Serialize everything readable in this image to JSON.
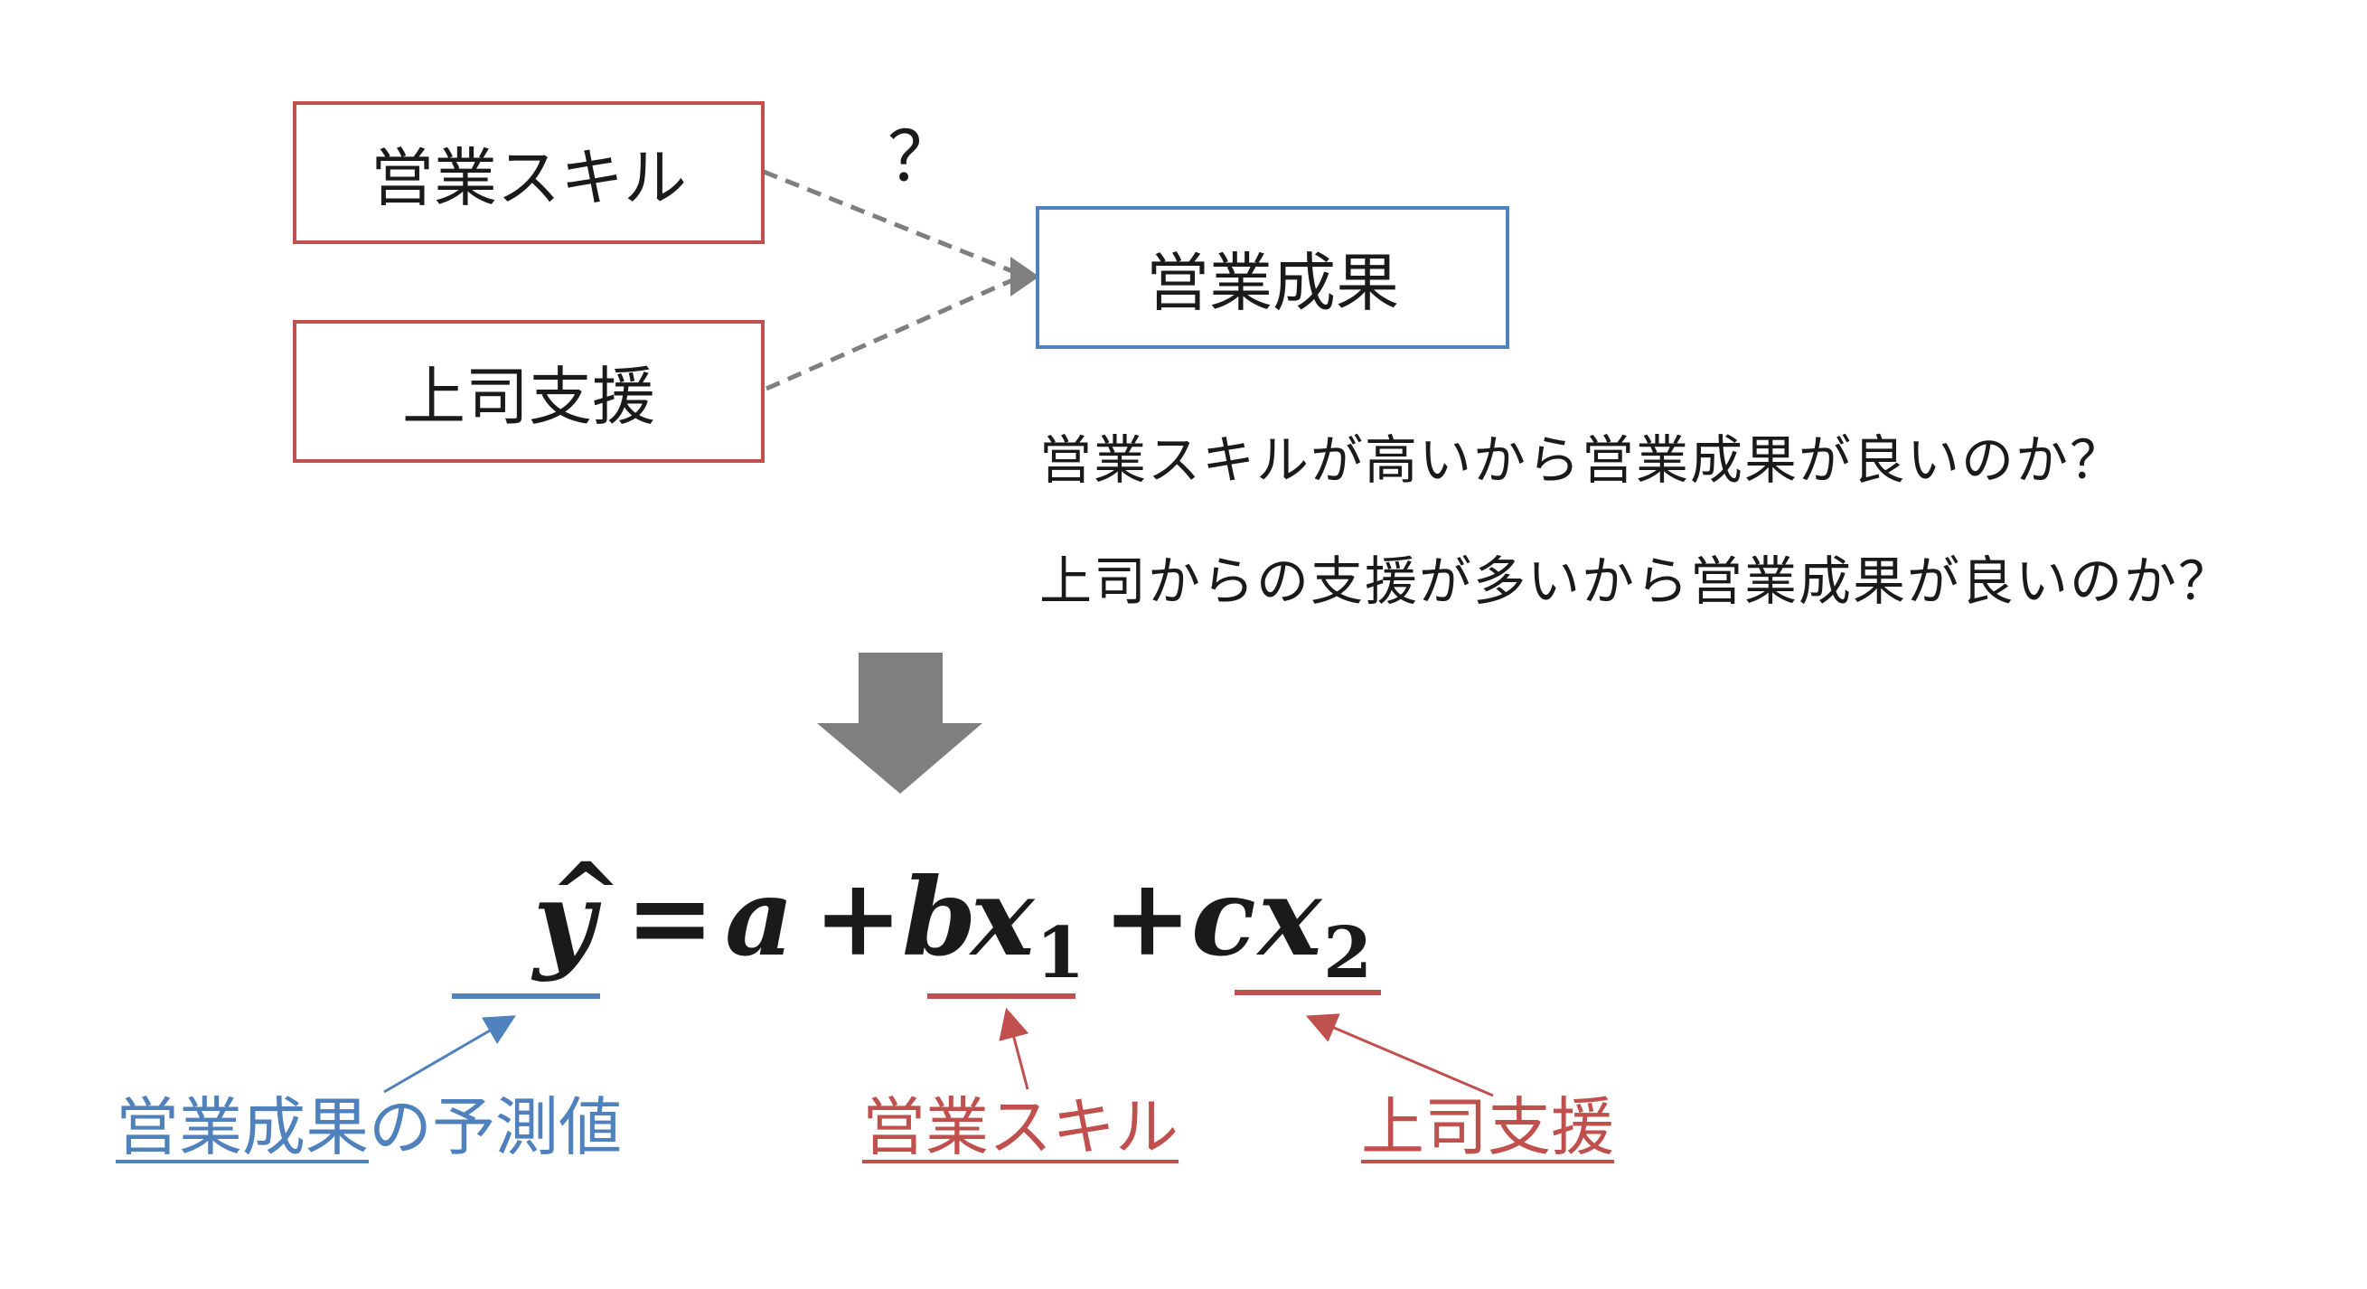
{
  "boxes": {
    "skill": "営業スキル",
    "support": "上司支援",
    "outcome": "営業成果"
  },
  "question_mark": "？",
  "questions": [
    "営業スキルが高いから営業成果が良いのか？",
    "上司からの支援が多いから営業成果が良いのか？"
  ],
  "formula": {
    "y": "y",
    "hat": "^",
    "eq": "=",
    "a": "a",
    "plus1": "+",
    "b": "b",
    "x1": "x",
    "sub1": "1",
    "plus2": "+",
    "c": "c",
    "x2": "x",
    "sub2": "2"
  },
  "labels": {
    "prediction_underlined": "営業成果",
    "prediction_rest": "の予測値",
    "skill": "営業スキル",
    "support": "上司支援"
  },
  "colors": {
    "red": "#c0504d",
    "blue": "#4f81bd",
    "gray": "#7f7f7f"
  }
}
